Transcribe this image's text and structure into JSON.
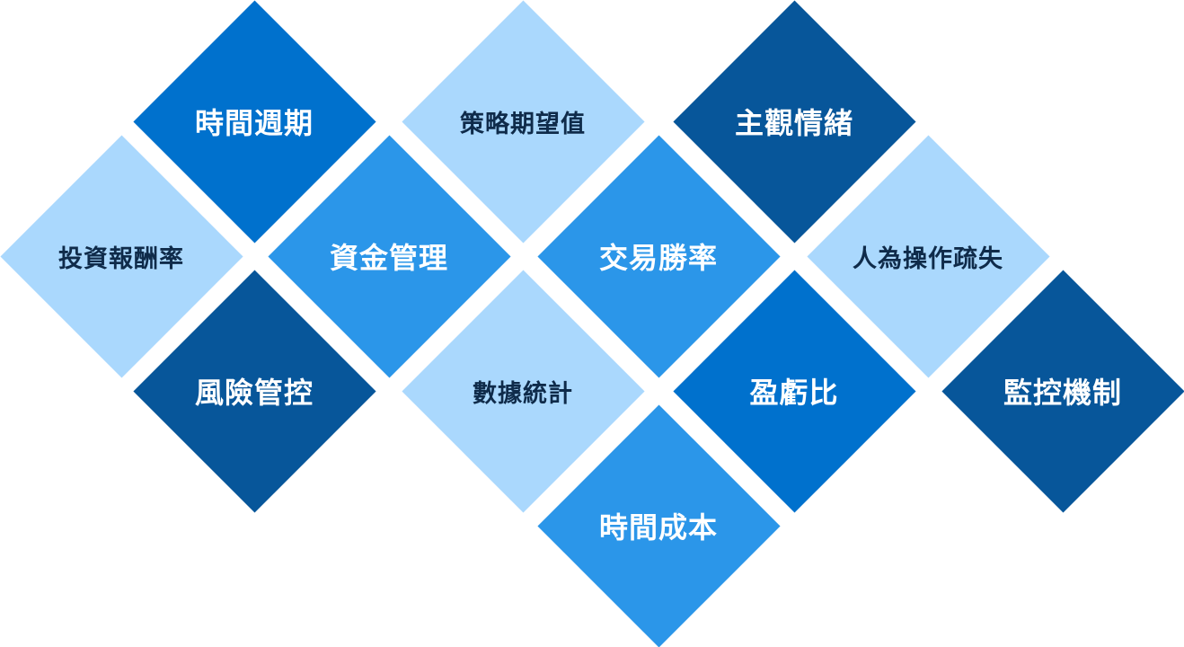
{
  "colors": {
    "dark": "#07569a",
    "blue": "#0071cd",
    "mid": "#2b96e9",
    "light": "#aad8fd",
    "dark_text": "#0f2b4a"
  },
  "nodes": [
    {
      "label": "時間週期",
      "tone": "blue"
    },
    {
      "label": "策略期望值",
      "tone": "light"
    },
    {
      "label": "主觀情緒",
      "tone": "dark"
    },
    {
      "label": "投資報酬率",
      "tone": "light"
    },
    {
      "label": "資金管理",
      "tone": "mid"
    },
    {
      "label": "交易勝率",
      "tone": "mid"
    },
    {
      "label": "人為操作疏失",
      "tone": "light"
    },
    {
      "label": "風險管控",
      "tone": "dark"
    },
    {
      "label": "數據統計",
      "tone": "light"
    },
    {
      "label": "盈虧比",
      "tone": "blue"
    },
    {
      "label": "監控機制",
      "tone": "dark"
    },
    {
      "label": "時間成本",
      "tone": "mid"
    }
  ]
}
